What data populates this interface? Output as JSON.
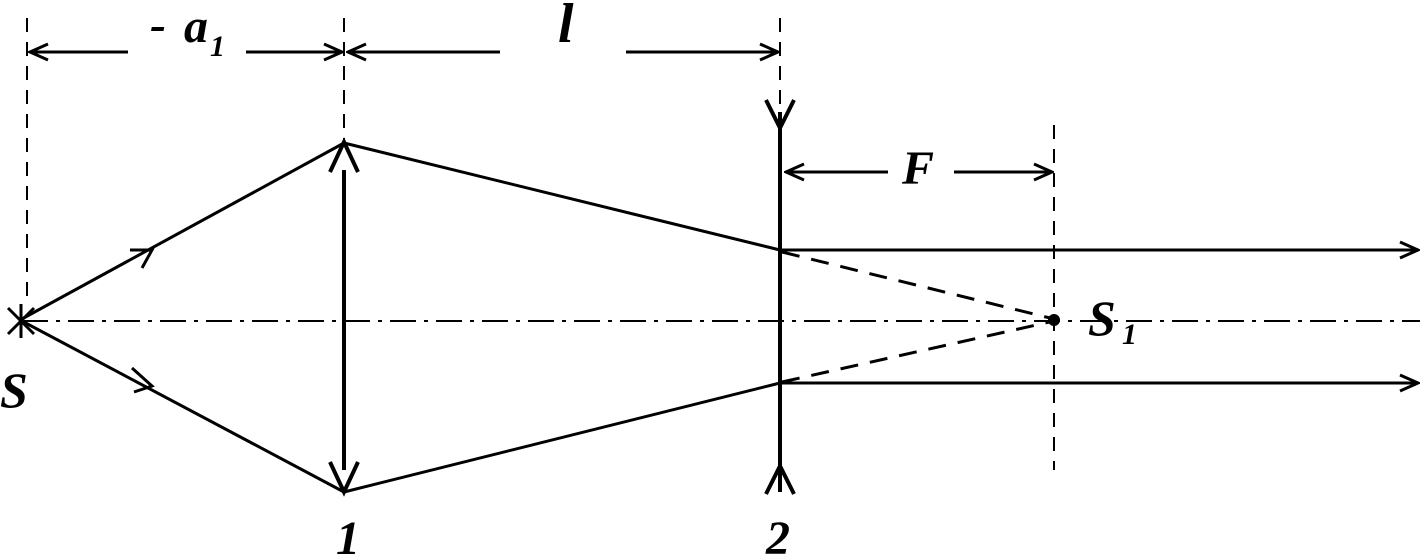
{
  "labels": {
    "source": "S",
    "distance_a": {
      "prefix": "-",
      "base": "a",
      "subscript": "1"
    },
    "distance_l": "l",
    "focal": "F",
    "image": {
      "base": "S",
      "subscript": "1"
    },
    "lens_1": "1",
    "lens_2": "2"
  },
  "colors": {
    "ink": "#000000",
    "background": "#ffffff"
  }
}
